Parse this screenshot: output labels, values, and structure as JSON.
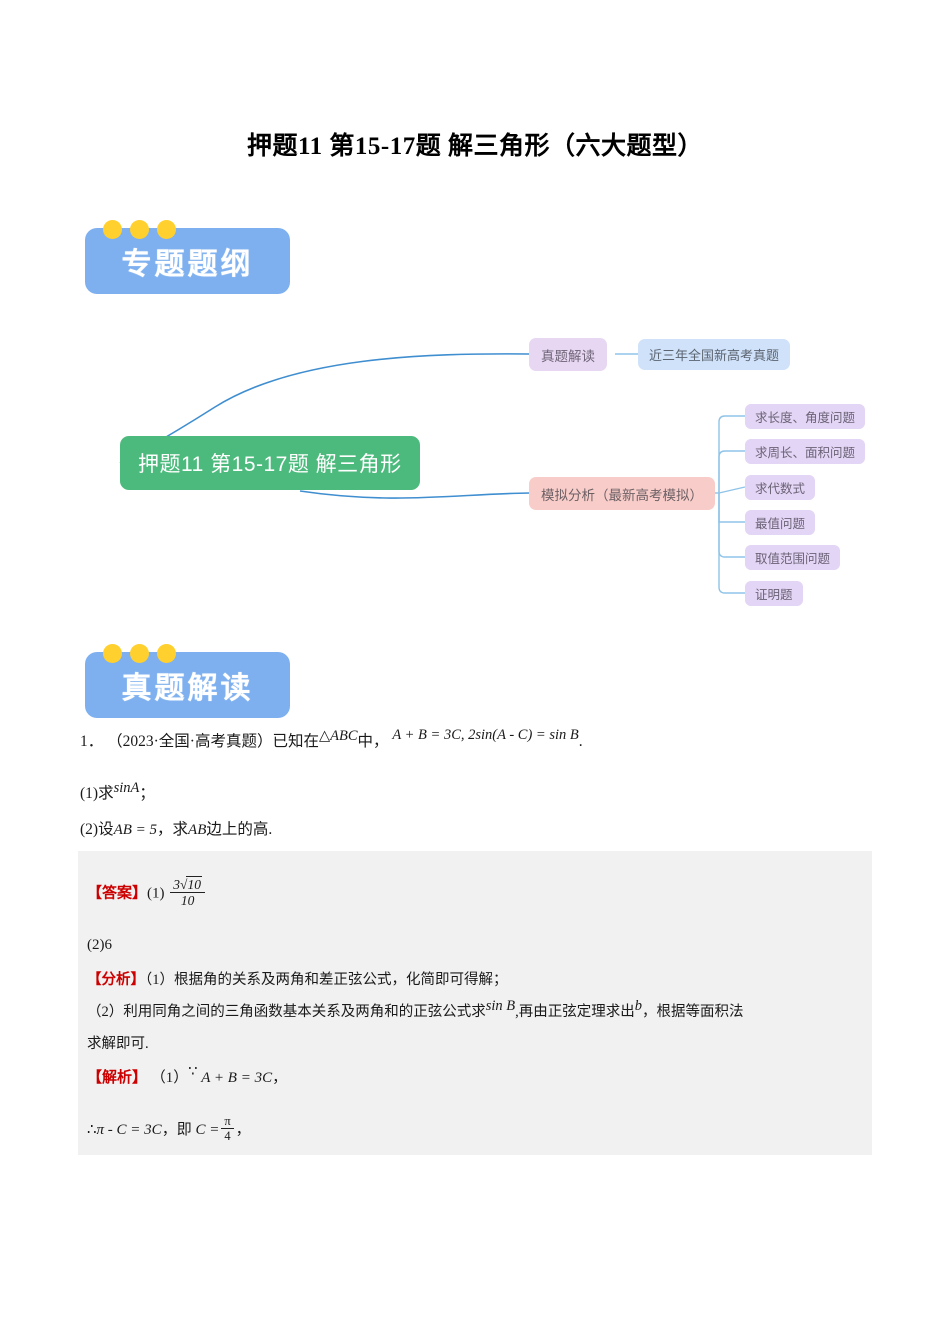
{
  "document": {
    "title": "押题11 第15-17题 解三角形（六大题型）"
  },
  "sections": [
    {
      "badge_label": "专题题纲"
    },
    {
      "badge_label": "真题解读"
    }
  ],
  "mindmap": {
    "root": "押题11 第15-17题 解三角形",
    "branches": [
      {
        "label": "真题解读",
        "children": [
          "近三年全国新高考真题"
        ]
      },
      {
        "label": "模拟分析（最新高考模拟）",
        "children": [
          "求长度、角度问题",
          "求周长、面积问题",
          "求代数式",
          "最值问题",
          "取值范围问题",
          "证明题"
        ]
      }
    ],
    "colors": {
      "root_bg": "#4cba7c",
      "branch1_bg": "#e8d7f2",
      "branch1_child_bg": "#cfe2fa",
      "branch2_bg": "#f8cdc9",
      "leaf_bg": "#e3d5f5",
      "connector": "#3f8ed0",
      "connector_leaf": "#8fc4e8"
    }
  },
  "problem": {
    "number": "1．",
    "source": "（2023·全国·高考真题）",
    "stem_prefix": "已知在",
    "stem_triangle": "△ABC",
    "stem_middle": "中，",
    "stem_formula": "A + B = 3C, 2sin(A - C) = sin B",
    "stem_suffix": ".",
    "part1": "(1)求",
    "part1_formula": "sinA",
    "part1_suffix": "；",
    "part2": "(2)设",
    "part2_formula": "AB = 5",
    "part2_mid": "，求",
    "part2_formula2": "AB",
    "part2_suffix": "边上的高."
  },
  "answer": {
    "answer_tag": "【答案】",
    "answer_label1": "(1)",
    "answer_fraction_num": "3√10",
    "answer_fraction_num_coef": "3",
    "answer_fraction_num_radicand": "10",
    "answer_fraction_den": "10",
    "answer_line2": "(2)6",
    "analysis_tag": "【分析】",
    "analysis_line1": "（1）根据角的关系及两角和差正弦公式，化简即可得解；",
    "analysis_line2_a": "（2）利用同角之间的三角函数基本关系及两角和的正弦公式求",
    "analysis_line2_f1": "sin B",
    "analysis_line2_b": ",再由正弦定理求出",
    "analysis_line2_f2": "b",
    "analysis_line2_c": "，根据等面积法",
    "analysis_line3": "求解即可.",
    "solution_tag": "【解析】",
    "solution_line1_label": "（1）",
    "solution_line1_symbol": "∵",
    "solution_line1_formula": "A + B = 3C",
    "solution_line1_suffix": "，",
    "solution_line2_symbol": "∴",
    "solution_line2_formula": "π - C = 3C",
    "solution_line2_mid": "，即",
    "solution_line2_f_lead": "C =",
    "solution_line2_frac_num": "π",
    "solution_line2_frac_den": "4",
    "solution_line2_suffix": "，"
  },
  "colors": {
    "badge_bg": "#7eb0ef",
    "badge_dot": "#ffd02e",
    "answer_block_bg": "#f1f1f1",
    "tag_red": "#cc0000"
  }
}
